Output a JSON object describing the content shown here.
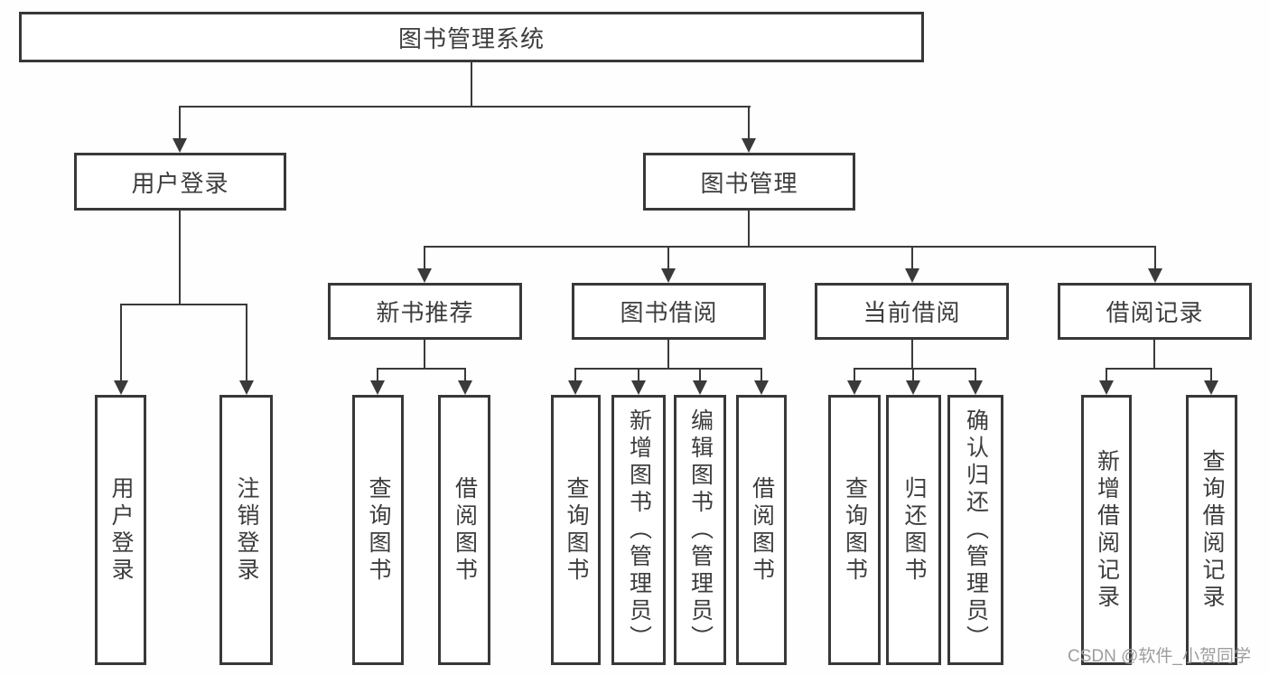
{
  "diagram": {
    "root": {
      "label": "图书管理系统"
    },
    "level2": [
      {
        "label": "用户登录"
      },
      {
        "label": "图书管理"
      }
    ],
    "level3": [
      {
        "label": "新书推荐"
      },
      {
        "label": "图书借阅"
      },
      {
        "label": "当前借阅"
      },
      {
        "label": "借阅记录"
      }
    ],
    "leaves": {
      "login": [
        "用户登录",
        "注销登录"
      ],
      "recommend": [
        "查询图书",
        "借阅图书"
      ],
      "borrow": [
        "查询图书",
        "新增图书（管理员）",
        "编辑图书（管理员）",
        "借阅图书"
      ],
      "current": [
        "查询图书",
        "归还图书",
        "确认归还（管理员）"
      ],
      "records": [
        "新增借阅记录",
        "查询借阅记录"
      ]
    }
  },
  "watermark": {
    "text": "CSDN @软件_小贺同学"
  },
  "colors": {
    "line": "#3a3a3a",
    "border": "#383838",
    "text": "#3d3d3d",
    "background": "#ffffff",
    "watermark": "#9d9d9d"
  }
}
